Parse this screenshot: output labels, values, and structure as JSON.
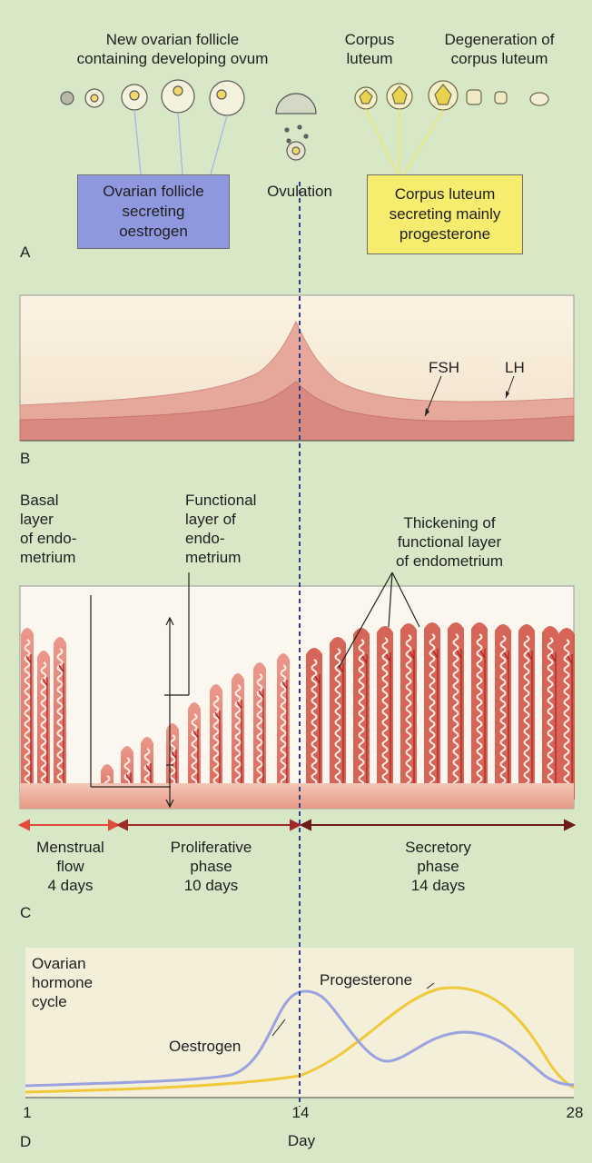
{
  "panel_a": {
    "letter": "A",
    "follicle_label": "New ovarian follicle\ncontaining developing ovum",
    "corpus_label": "Corpus\nluteum",
    "degeneration_label": "Degeneration of\ncorpus luteum",
    "ovulation_label": "Ovulation",
    "follicle_box": "Ovarian follicle\nsecreting\noestrogen",
    "corpus_box": "Corpus luteum\nsecreting mainly\nprogesterone"
  },
  "panel_b": {
    "letter": "B",
    "fsh_label": "FSH",
    "lh_label": "LH"
  },
  "panel_c": {
    "letter": "C",
    "basal_label": "Basal\nlayer\nof endo-\nmetrium",
    "functional_label": "Functional\nlayer of\nendo-\nmetrium",
    "thickening_label": "Thickening of\nfunctional layer\nof endometrium",
    "phases": [
      {
        "label": "Menstrual\nflow\n4 days"
      },
      {
        "label": "Proliferative\nphase\n10 days"
      },
      {
        "label": "Secretory\nphase\n14 days"
      }
    ]
  },
  "panel_d": {
    "letter": "D",
    "title": "Ovarian\nhormone\ncycle",
    "x_label": "Day",
    "x_ticks": [
      "1",
      "14",
      "28"
    ],
    "progesterone_label": "Progesterone",
    "oestrogen_label": "Oestrogen"
  },
  "colors": {
    "background": "#d8e7c6",
    "follicle_box": "#8f98de",
    "corpus_box": "#f6ec6e",
    "oestrogen": "#9aa2e0",
    "progesterone": "#f0c93a",
    "tissue": "#d95a4a",
    "vessel": "#c0262a"
  }
}
